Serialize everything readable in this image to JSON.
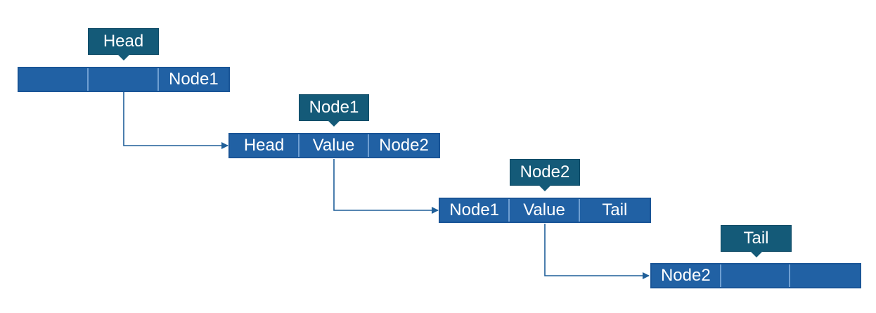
{
  "colors": {
    "cell_fill": "#2161a4",
    "cell_divider": "#6f9fd2",
    "tag_fill": "#145a78",
    "connector": "#1f5f99"
  },
  "nodes": [
    {
      "tag": "Head",
      "cells": [
        "",
        "",
        "Node1"
      ]
    },
    {
      "tag": "Node1",
      "cells": [
        "Head",
        "Value",
        "Node2"
      ]
    },
    {
      "tag": "Node2",
      "cells": [
        "Node1",
        "Value",
        "Tail"
      ]
    },
    {
      "tag": "Tail",
      "cells": [
        "Node2",
        "",
        ""
      ]
    }
  ]
}
